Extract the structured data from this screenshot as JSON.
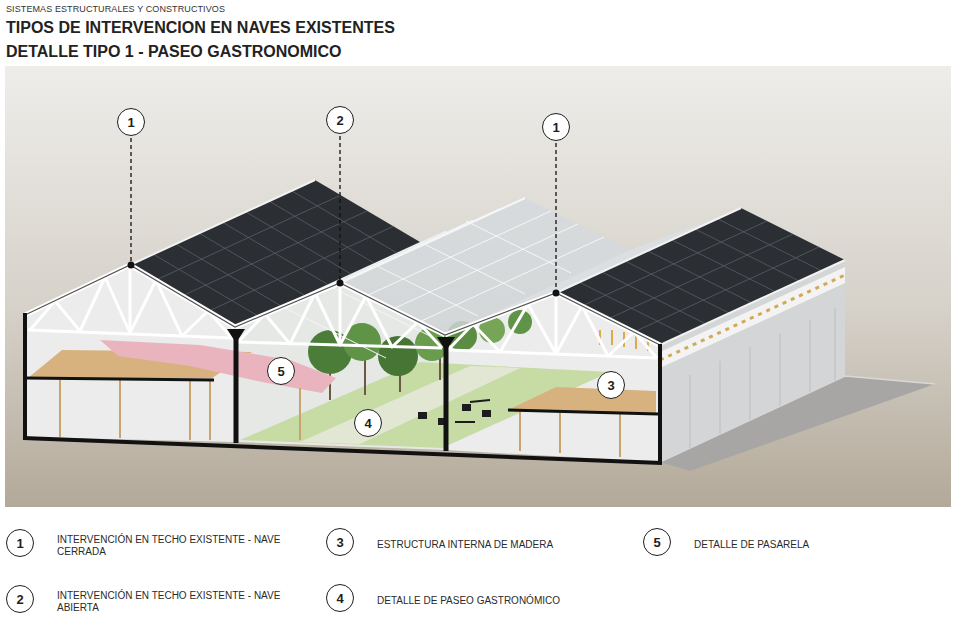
{
  "diagram": {
    "title": "TIPOS DE INTERVENCION EN NAVES EXISTENTES",
    "nodes": [
      {
        "text": [
          "1"
        ]
      },
      {
        "text": [
          "2"
        ]
      },
      {
        "text": [
          "1"
        ]
      },
      {
        "text": [
          "5"
        ]
      },
      {
        "text": [
          "3"
        ]
      },
      {
        "text": [
          "4"
        ]
      },
      {
        "text": [
          "1",
          "INTERVENCIÓN EN TECHO EXISTENTE - NAVE CERRADA"
        ]
      },
      {
        "text": [
          "3",
          "ESTRUCTURA INTERNA DE MADERA"
        ]
      },
      {
        "text": [
          "5",
          "DETALLE DE PASARELA"
        ]
      },
      {
        "text": [
          "2",
          "INTERVENCIÓN EN TECHO EXISTENTE - NAVE ABIERTA"
        ]
      },
      {
        "text": [
          "4",
          "DETALLE DE PASEO GASTRONÓMICO"
        ]
      }
    ],
    "labels": [
      "SISTEMAS ESTRUCTURALES Y CONSTRUCTIVOS",
      "DETALLE TIPO 1 - PASEO GASTRONOMICO"
    ]
  }
}
